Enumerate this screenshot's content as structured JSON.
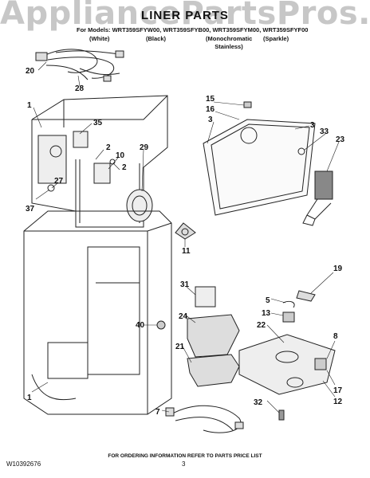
{
  "watermark": "AppliancePartsPros.com",
  "title": "LINER PARTS",
  "models_line": "For Models: WRT359SFYW00, WRT359SFYB00, WRT359SFYM00, WRT359SFYF00",
  "variants": [
    "(White)",
    "(Black)",
    "(Monochromatic Stainless)",
    "(Sparkle)"
  ],
  "callouts": [
    "20",
    "28",
    "1",
    "35",
    "2",
    "10",
    "2",
    "29",
    "27",
    "37",
    "1",
    "15",
    "16",
    "3",
    "3",
    "33",
    "23",
    "11",
    "31",
    "19",
    "5",
    "13",
    "22",
    "8",
    "40",
    "24",
    "21",
    "17",
    "12",
    "7",
    "32"
  ],
  "footer_note": "FOR ORDERING INFORMATION REFER TO PARTS PRICE LIST",
  "doc_number": "W10392676",
  "page_number": "3"
}
